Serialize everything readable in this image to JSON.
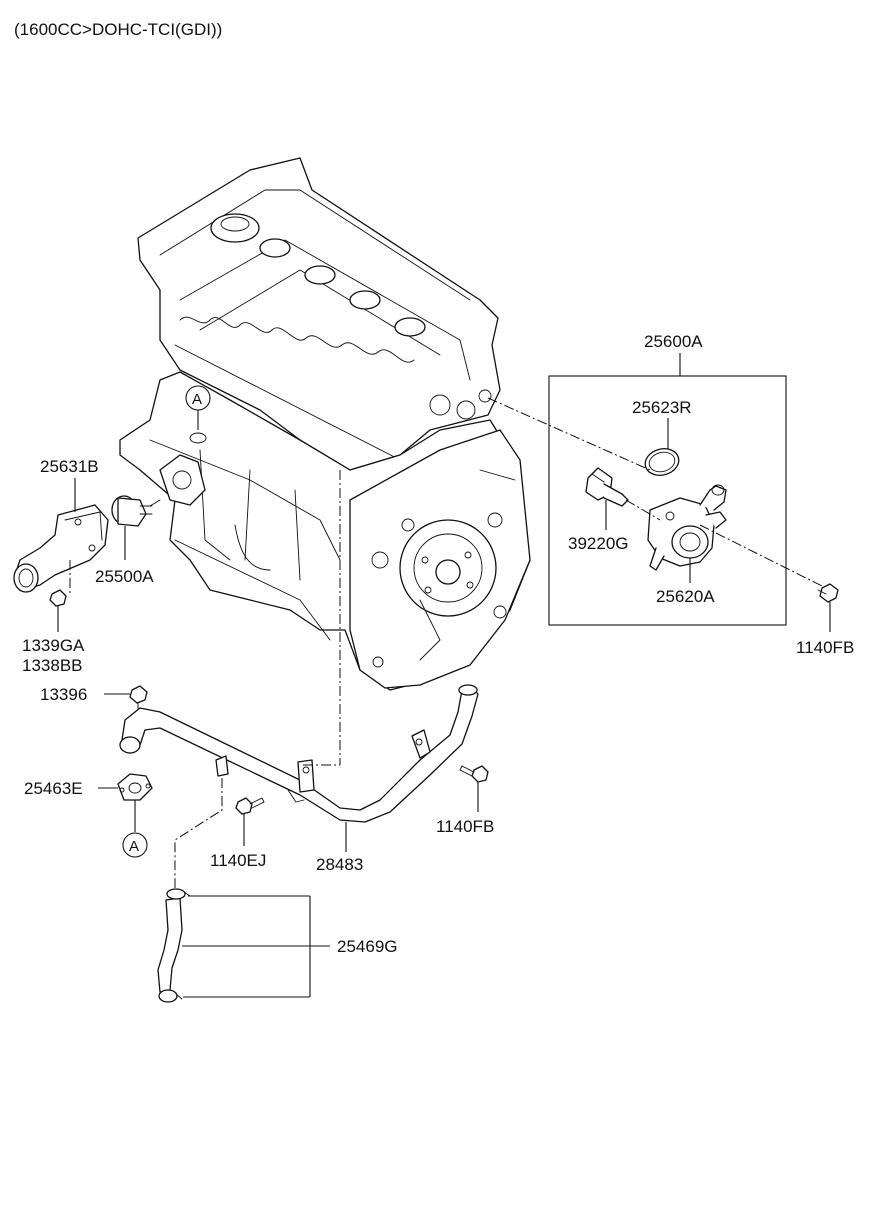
{
  "title": "(1600CC>DOHC-TCI(GDI))",
  "callouts": {
    "p25600A": "25600A",
    "p25623R": "25623R",
    "p39220G": "39220G",
    "p25620A": "25620A",
    "p1140FB_a": "1140FB",
    "p25631B": "25631B",
    "p25500A": "25500A",
    "p1339GA": "1339GA",
    "p1338BB": "1338BB",
    "p13396": "13396",
    "p25463E": "25463E",
    "p1140FB_b": "1140FB",
    "p1140EJ": "1140EJ",
    "p28483": "28483",
    "p25469G": "25469G"
  },
  "reference_marks": {
    "ref_a_top": "A",
    "ref_a_bottom": "A"
  }
}
